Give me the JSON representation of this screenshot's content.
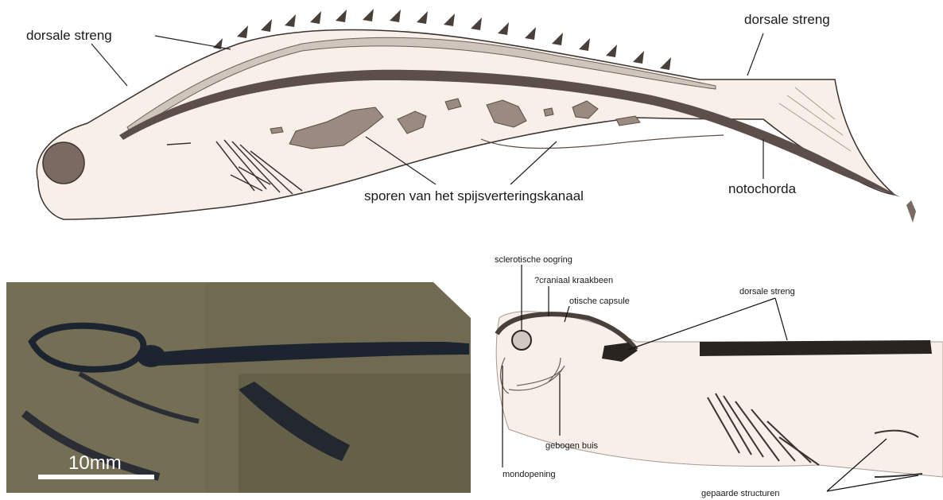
{
  "top_figure": {
    "labels": {
      "dorsal_left": "dorsale streng",
      "dorsal_right": "dorsale streng",
      "gut_traces": "sporen van het spijsverteringskanaal",
      "notochord": "notochorda"
    }
  },
  "photo": {
    "scale_label": "10mm"
  },
  "bottom_figure": {
    "labels": {
      "sclerotic_ring": "sclerotische oogring",
      "cranial_cartilage": "?craniaal kraakbeen",
      "otic_capsule": "otische capsule",
      "dorsal_cord": "dorsale streng",
      "curved_tube": "gebogen buis",
      "mouth_opening": "mondopening",
      "paired_structures": "gepaarde structuren"
    }
  },
  "colors": {
    "body_fill": "#f7efe8",
    "notochord": "#5c4f4a",
    "gut_fill": "#9a8a80",
    "rock": "#6f6a50"
  }
}
